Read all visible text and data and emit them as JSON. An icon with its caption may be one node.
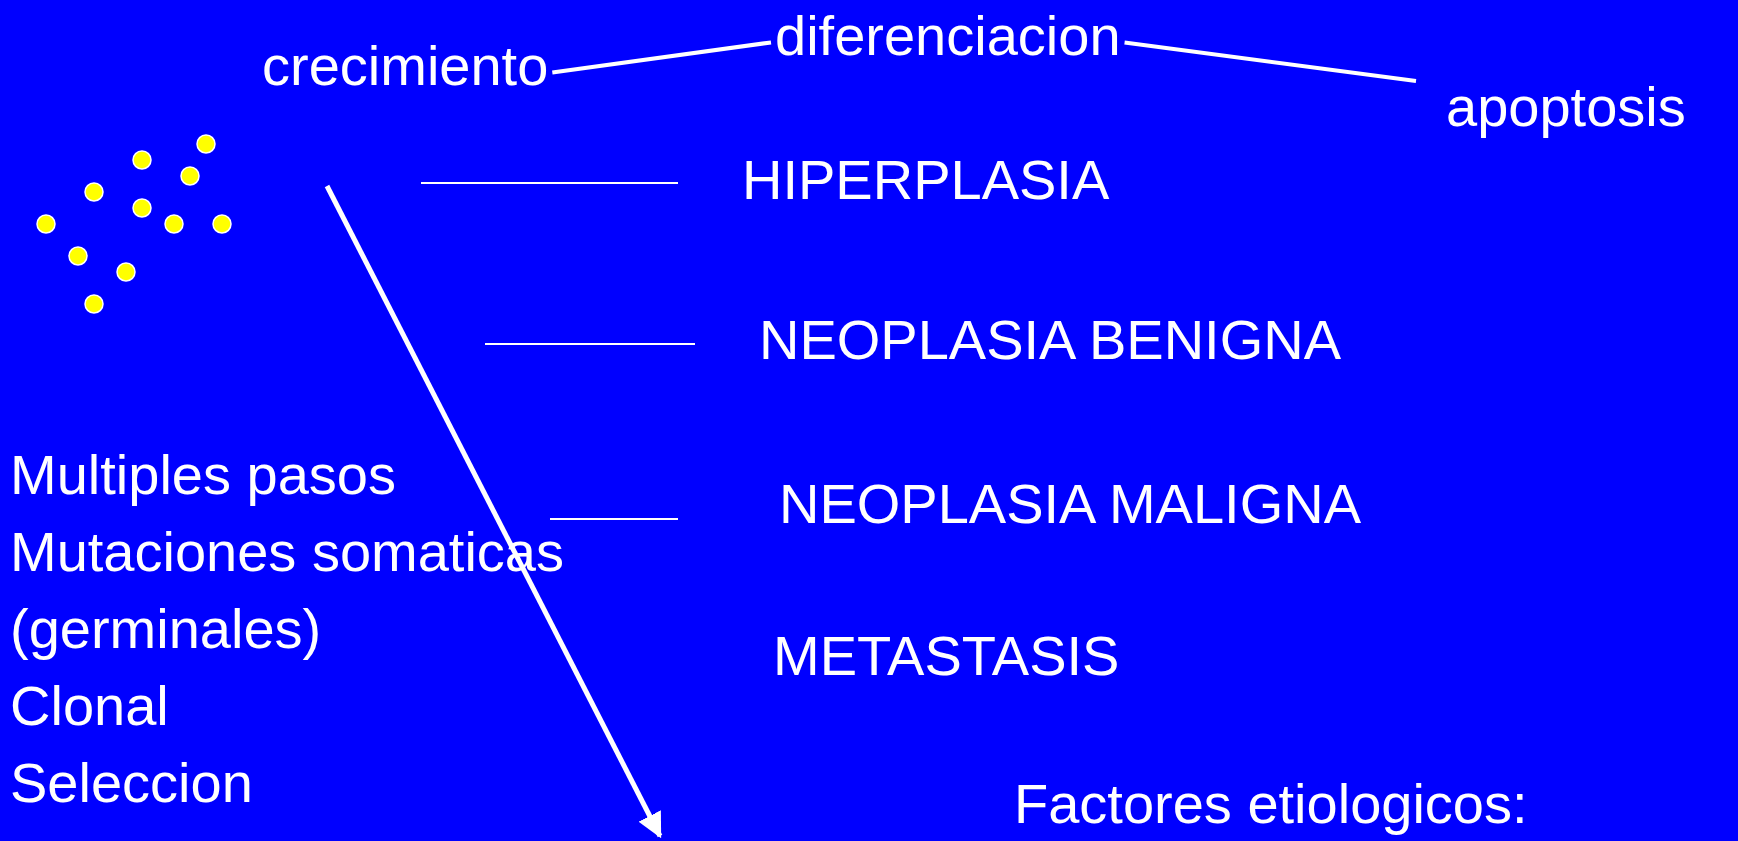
{
  "diagram": {
    "nodes": [
      {
        "text": [
          "crecimiento"
        ]
      },
      {
        "text": [
          "diferenciacion"
        ]
      },
      {
        "text": [
          "apoptosis"
        ]
      }
    ],
    "edges": [
      {
        "from": 0,
        "to": 1,
        "arrow": "none"
      },
      {
        "from": 1,
        "to": 2,
        "arrow": "none"
      }
    ],
    "labels": [
      "HIPERPLASIA",
      "NEOPLASIA BENIGNA",
      "Multiples pasos",
      "NEOPLASIA MALIGNA",
      "Mutaciones somaticas",
      "(germinales)",
      "METASTASIS",
      "Clonal",
      "Seleccion",
      "Factores etiologicos:"
    ]
  }
}
